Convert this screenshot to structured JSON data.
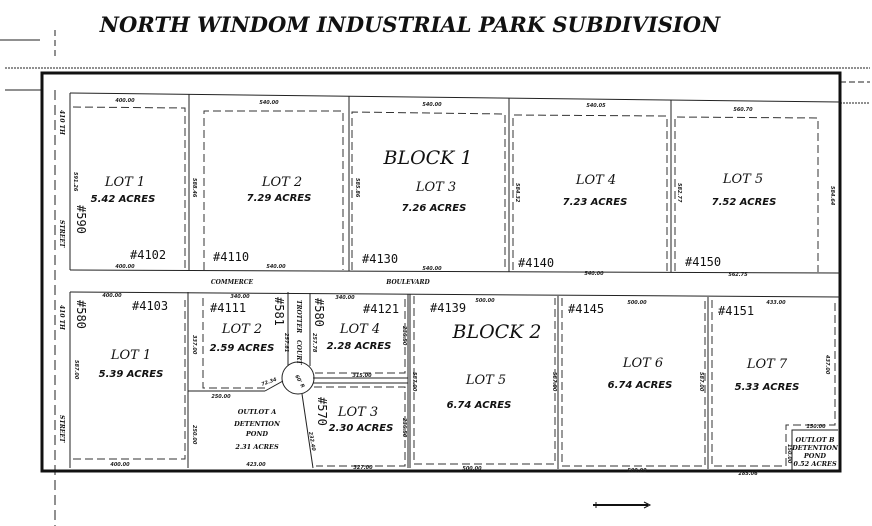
{
  "title": "NORTH WINDOM INDUSTRIAL PARK SUBDIVISION",
  "streets": {
    "west_street_1": "410 TH",
    "west_street_2": "STREET",
    "road_1": "COMMERCE",
    "road_2": "BOULEVARD",
    "court_1": "TROTTER",
    "court_2": "COURT",
    "court_radius": "60' R"
  },
  "block1": {
    "label": "BLOCK 1",
    "lots": [
      {
        "name": "LOT 1",
        "acres": "5.42 ACRES",
        "address": "#4102",
        "side_address": "#590"
      },
      {
        "name": "LOT 2",
        "acres": "7.29 ACRES",
        "address": "#4110"
      },
      {
        "name": "LOT 3",
        "acres": "7.26 ACRES",
        "address": "#4130"
      },
      {
        "name": "LOT 4",
        "acres": "7.23 ACRES",
        "address": "#4140"
      },
      {
        "name": "LOT 5",
        "acres": "7.52 ACRES",
        "address": "#4150"
      }
    ],
    "dims": [
      "400.00",
      "540.00",
      "540.00",
      "540.05",
      "560.70",
      "400.00",
      "540.00",
      "540.00",
      "540.00",
      "562.75",
      "591.26",
      "588.46",
      "585.86",
      "584.32",
      "582.77",
      "584.64"
    ]
  },
  "block2": {
    "label": "BLOCK 2",
    "lots": [
      {
        "name": "LOT 1",
        "acres": "5.39 ACRES",
        "address": "#4103",
        "side_address": "#580"
      },
      {
        "name": "LOT 2",
        "acres": "2.59 ACRES",
        "address": "#4111",
        "side_address": "#581"
      },
      {
        "name": "LOT 3",
        "acres": "2.30 ACRES",
        "side_address": "#570"
      },
      {
        "name": "LOT 4",
        "acres": "2.28 ACRES",
        "address": "#4121",
        "side_address": "#580"
      },
      {
        "name": "LOT 5",
        "acres": "6.74 ACRES",
        "address": "#4139"
      },
      {
        "name": "LOT 6",
        "acres": "6.74 ACRES",
        "address": "#4145"
      },
      {
        "name": "LOT 7",
        "acres": "5.33 ACRES",
        "address": "#4151"
      }
    ],
    "outlot_a": {
      "name": "OUTLOT A",
      "line1": "DETENTION",
      "line2": "POND",
      "acres": "2.31 ACRES"
    },
    "outlot_b": {
      "name": "OUTLOT B",
      "line1": "DETENTION",
      "line2": "POND",
      "acres": "0.52 ACRES"
    },
    "dims": [
      "400.00",
      "340.00",
      "340.00",
      "500.00",
      "500.00",
      "433.00",
      "315.00",
      "72.34",
      "250.00",
      "400.00",
      "423.00",
      "327.00",
      "500.00",
      "500.00",
      "285.06",
      "150.00",
      "150.00",
      "587.00",
      "337.00",
      "250.00",
      "257.81",
      "257.78",
      "236.50",
      "236.50",
      "232.40",
      "587.00",
      "587.00",
      "587.00",
      "437.00"
    ]
  }
}
